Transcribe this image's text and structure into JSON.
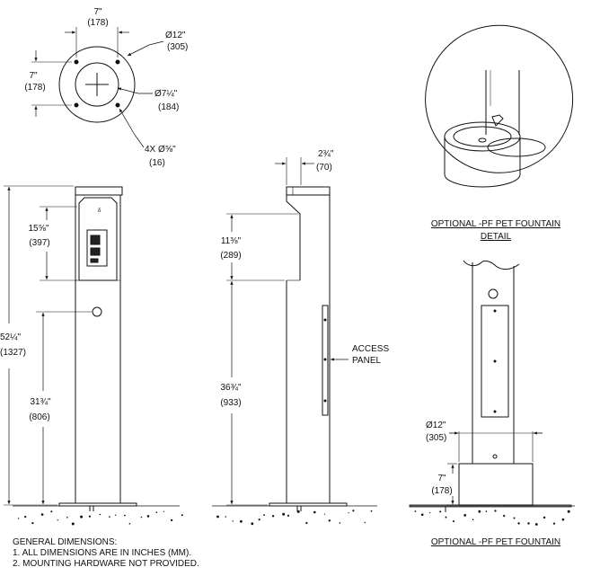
{
  "plan_view": {
    "dim_top": "7\"",
    "dim_top_mm": "(178)",
    "dim_left": "7\"",
    "dim_left_mm": "(178)",
    "dia_outer": "Ø12\"",
    "dia_outer_mm": "(305)",
    "dia_inner": "Ø7¼\"",
    "dia_inner_mm": "(184)",
    "holes": "4X Ø⅝\"",
    "holes_mm": "(16)"
  },
  "front_view": {
    "overall_height": "52¼\"",
    "overall_height_mm": "(1327)",
    "top_section": "15⅝\"",
    "top_section_mm": "(397)",
    "lower_height": "31¾\"",
    "lower_height_mm": "(806)"
  },
  "side_view": {
    "top_depth": "2¾\"",
    "top_depth_mm": "(70)",
    "upper_height": "11⅜\"",
    "upper_height_mm": "(289)",
    "lower_height": "36¾\"",
    "lower_height_mm": "(933)",
    "access_panel_line1": "ACCESS",
    "access_panel_line2": "PANEL"
  },
  "detail_view": {
    "caption_line1": "OPTIONAL -PF PET FOUNTAIN",
    "caption_line2": "DETAIL"
  },
  "pet_view": {
    "dia": "Ø12\"",
    "dia_mm": "(305)",
    "height": "7\"",
    "height_mm": "(178)",
    "caption": "OPTIONAL -PF PET FOUNTAIN"
  },
  "notes": {
    "title": "GENERAL DIMENSIONS:",
    "line1": "1. ALL DIMENSIONS ARE IN INCHES (MM).",
    "line2": "2. MOUNTING HARDWARE NOT PROVIDED."
  }
}
